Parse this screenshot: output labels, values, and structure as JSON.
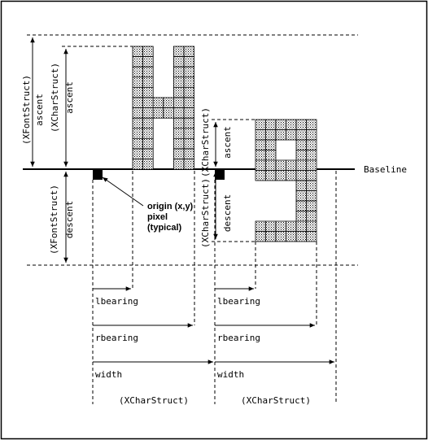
{
  "labels": {
    "fontstruct_ascent": "(XFontStruct)\nascent",
    "charstruct_ascent_h": "(XCharStruct)\nascent",
    "charstruct_ascent_g": "(XCharStruct)\nascent",
    "fontstruct_descent": "(XFontStruct)\ndescent",
    "charstruct_descent_g": "(XCharStruct)\ndescent",
    "baseline": "Baseline",
    "origin_line1": "origin (x,y)",
    "origin_line2": "pixel",
    "origin_line3": "(typical)",
    "lbearing_1": "lbearing",
    "rbearing_1": "rbearing",
    "width_1": "width",
    "lbearing_2": "lbearing",
    "rbearing_2": "rbearing",
    "width_2": "width",
    "charstruct_bottom_1": "(XCharStruct)",
    "charstruct_bottom_2": "(XCharStruct)"
  }
}
